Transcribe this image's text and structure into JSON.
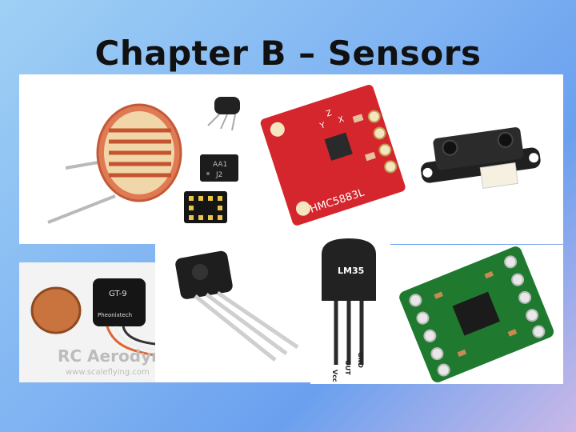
{
  "slide": {
    "title": "Chapter B – Sensors"
  },
  "photos": {
    "compass_chip_label": "HMC5883L",
    "compass_axis_z": "Z",
    "compass_axis_y": "Y",
    "compass_axis_x": "X",
    "accel_chip_code": "AA1",
    "accel_chip_code2": "J2",
    "gyro_label": "GT-9",
    "gyro_brand": "Pheonixtech",
    "watermark_title": "RC Aerodyne",
    "watermark_url": "www.scaleflying.com",
    "temp_sensor_label": "LM35",
    "pin_vcc": "Vcc",
    "pin_out": "OUT",
    "pin_gnd": "GND"
  }
}
